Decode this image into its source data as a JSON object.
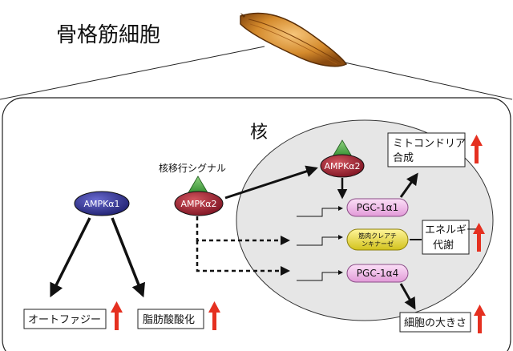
{
  "title": "骨格筋細胞",
  "nucleus_label": "核",
  "nuclear_signal_label": "核移行シグナル",
  "proteins": {
    "ampk_a1": "AMPKα1",
    "ampk_a2_cytoplasm": "AMPKα2",
    "ampk_a2_nucleus": "AMPKα2",
    "pgc_1a1": "PGC-1α1",
    "creatine_kinase": [
      "筋肉クレアチ",
      "ンキナーゼ"
    ],
    "pgc_1a4": "PGC-1α4"
  },
  "outcomes": {
    "autophagy": "オートファジー",
    "fatty_acid_oxidation": "脂肪酸酸化",
    "mitochondria": [
      "ミトコンドリア",
      "合成"
    ],
    "energy_metabolism": [
      "エネルギー",
      "代謝"
    ],
    "cell_size": "細胞の大きさ"
  },
  "colors": {
    "increase_arrow": "#e53020",
    "ampk_a1_fill": "#2e2f86",
    "ampk_a2_fill": "#a01f2e",
    "pgc_fill": "#f1b6ea",
    "creatine_kinase_fill": "#e6d92a",
    "phosphate_triangle": "#3f9e3a",
    "nucleus_fill": "#e6e6e6"
  },
  "icons": {
    "cell": "muscle-fiber-icon",
    "increase": "red-up-arrow-icon",
    "phosphorylation": "green-triangle-icon"
  }
}
